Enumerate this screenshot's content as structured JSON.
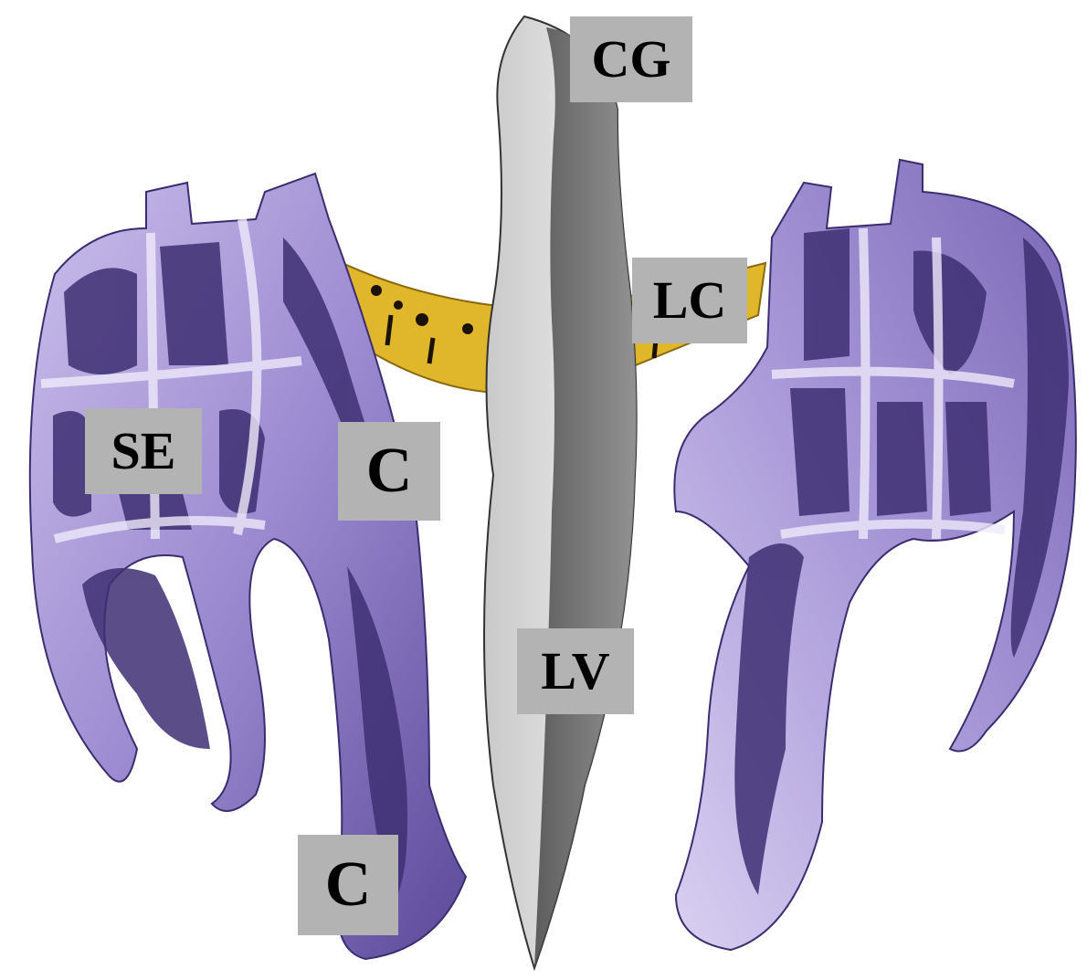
{
  "labels": {
    "cg": "CG",
    "lc": "LC",
    "se": "SE",
    "c_upper": "C",
    "lv": "LV",
    "c_lower": "C"
  },
  "colors": {
    "label_background": "#b3b3b3",
    "label_text": "#000000",
    "ethmoid_bone": "#8a78c4",
    "ethmoid_dark": "#3e2f73",
    "ethmoid_light": "#d6cdef",
    "cribriform_plate": "#e0b62a",
    "perpendicular_plate_light": "#d7d7d7",
    "perpendicular_plate_dark": "#5f5f5f"
  }
}
